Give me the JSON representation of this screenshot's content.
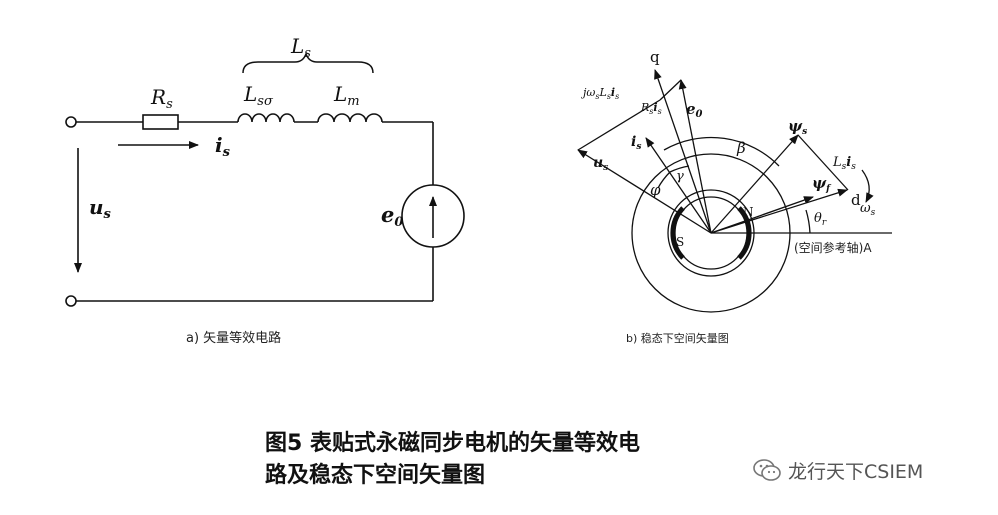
{
  "circuit": {
    "labels": {
      "Ls": "L",
      "Ls_sub": "s",
      "Rs": "R",
      "Rs_sub": "s",
      "Lsigma": "L",
      "Lsigma_sub": "sσ",
      "Lm": "L",
      "Lm_sub": "m",
      "is": "i",
      "is_sub": "s",
      "us": "u",
      "us_sub": "s",
      "e0": "e",
      "e0_sub": "0"
    },
    "caption": "a) 矢量等效电路"
  },
  "vector": {
    "labels": {
      "q": "q",
      "d": "d",
      "e0": "e",
      "e0_sub": "0",
      "jw": "jω",
      "jw_sub1": "s",
      "jw_L": "L",
      "jw_sub2": "s",
      "jw_i": "i",
      "jw_sub3": "s",
      "RsIs": "R",
      "RsIs_sub1": "s",
      "RsIs_i": "i",
      "RsIs_sub2": "s",
      "is": "i",
      "is_sub": "s",
      "us": "u",
      "us_sub": "s",
      "beta": "β",
      "phi": "φ",
      "gamma": "γ",
      "psis": "ψ",
      "psis_sub": "s",
      "LsIs": "L",
      "LsIs_sub1": "s",
      "LsIs_i": "i",
      "LsIs_sub2": "s",
      "psif": "ψ",
      "psif_sub": "f",
      "ws": "ω",
      "ws_sub": "s",
      "thetar": "θ",
      "thetar_sub": "r",
      "N": "N",
      "S": "S",
      "axis": "(空间参考轴)A"
    },
    "caption": "b) 稳态下空间矢量图"
  },
  "figure_caption": {
    "line1": "图5 表贴式永磁同步电机的矢量等效电",
    "line2": "路及稳态下空间矢量图"
  },
  "watermark": {
    "icon": "wechat-icon",
    "text": "龙行天下CSIEM"
  }
}
